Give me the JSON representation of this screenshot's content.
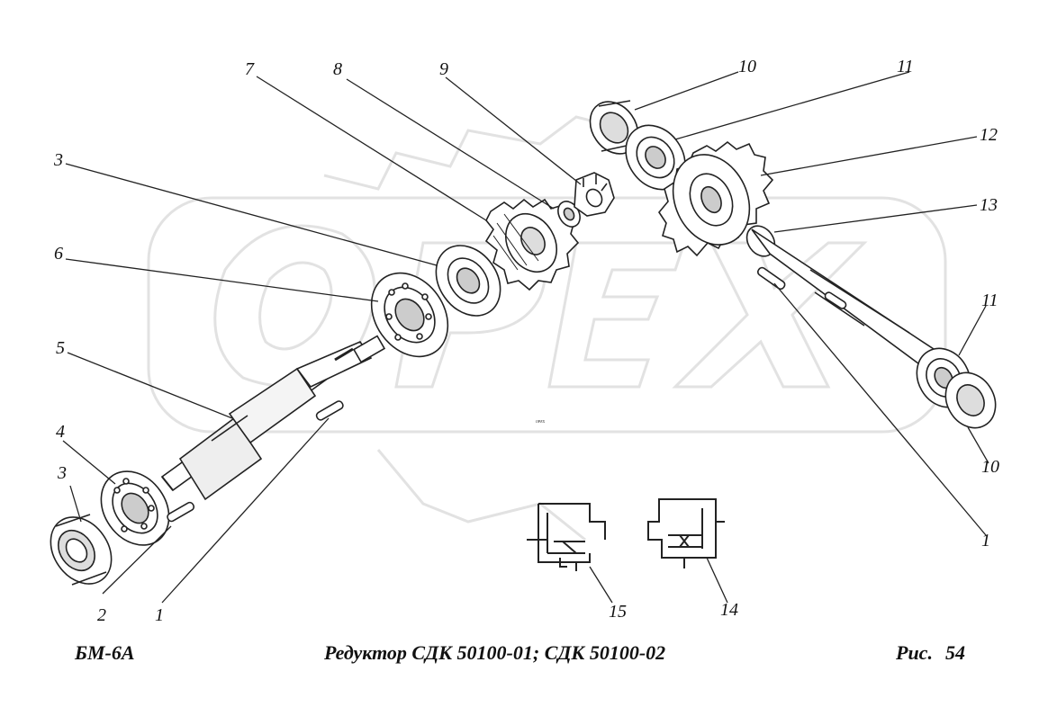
{
  "watermark": {
    "text": "ОРЕХ",
    "color": "#e4e4e4"
  },
  "labels": {
    "p1a": "1",
    "p1b": "1",
    "p2": "2",
    "p3a": "3",
    "p3b": "3",
    "p4": "4",
    "p5": "5",
    "p6": "6",
    "p7": "7",
    "p8": "8",
    "p9": "9",
    "p10a": "10",
    "p10b": "10",
    "p11a": "11",
    "p11b": "11",
    "p12": "12",
    "p13": "13",
    "p14": "14",
    "p15": "15"
  },
  "footer": {
    "model": "БМ-6А",
    "title": "Редуктор  СДК 50100-01; СДК 50100-02",
    "fig_label": "Рис.",
    "fig_number": "54"
  }
}
